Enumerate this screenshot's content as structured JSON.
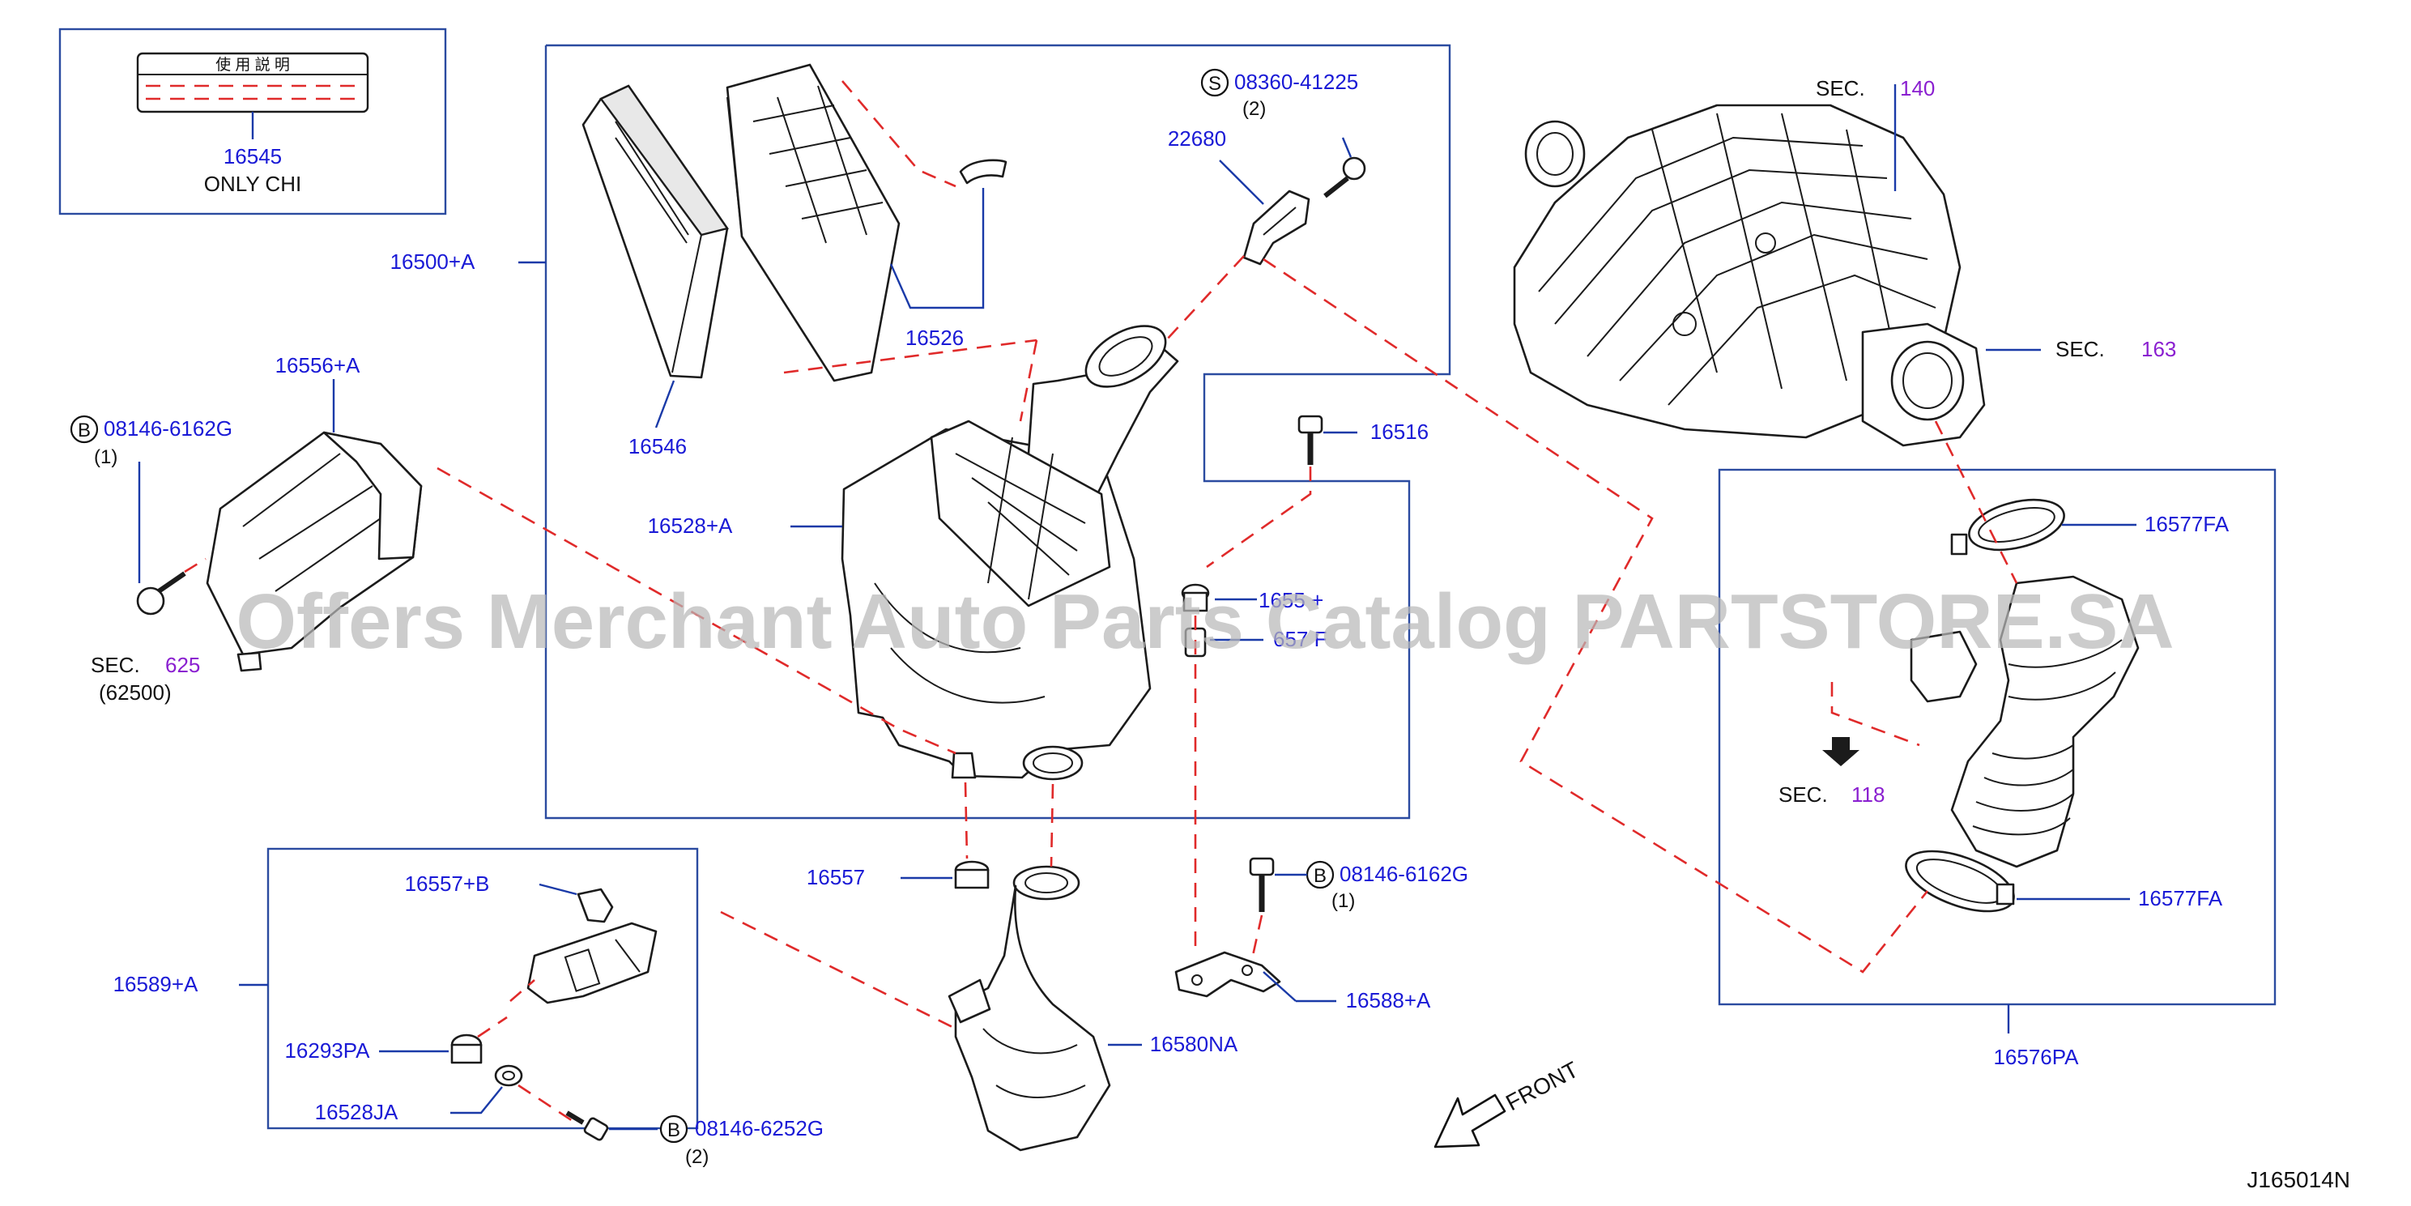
{
  "watermark": "Offers Merchant Auto Parts Catalog PARTSTORE.SA",
  "drawing_code": "J165014N",
  "front_label": "FRONT",
  "label_card": {
    "header": "使 用 説 明",
    "part_no": "16545",
    "note": "ONLY CHI"
  },
  "parts": {
    "p16500": "16500+A",
    "p16526": "16526",
    "p16546": "16546",
    "p22680": "22680",
    "p16528a": "16528+A",
    "p16516": "16516",
    "p1655x": "1655 +",
    "p1657x": "657 F",
    "p16556": "16556+A",
    "p16557": "16557",
    "p16557b": "16557+B",
    "p16589": "16589+A",
    "p16293": "16293PA",
    "p16528ja": "16528JA",
    "p16580": "16580NA",
    "p16588": "16588+A",
    "p16577a": "16577FA",
    "p16577b": "16577FA",
    "p16576": "16576PA"
  },
  "fasteners": {
    "s08360": {
      "symbol": "S",
      "code": "08360-41225",
      "qty": "(2)"
    },
    "b_left": {
      "symbol": "B",
      "code": "08146-6162G",
      "qty": "(1)"
    },
    "b_mid": {
      "symbol": "B",
      "code": "08146-6162G",
      "qty": "(1)"
    },
    "b_low": {
      "symbol": "B",
      "code": "08146-6252G",
      "qty": "(2)"
    }
  },
  "sections": {
    "sec625": {
      "prefix": "SEC.",
      "num": "625",
      "sub": "(62500)"
    },
    "sec140": {
      "prefix": "SEC.",
      "num": "140"
    },
    "sec163": {
      "prefix": "SEC.",
      "num": "163"
    },
    "sec118": {
      "prefix": "SEC.",
      "num": "118"
    }
  },
  "colors": {
    "part_label": "#1a1ad6",
    "section_number": "#8a1fd0",
    "dashed_line": "#e02a2a",
    "frame": "#2b4ba0"
  }
}
